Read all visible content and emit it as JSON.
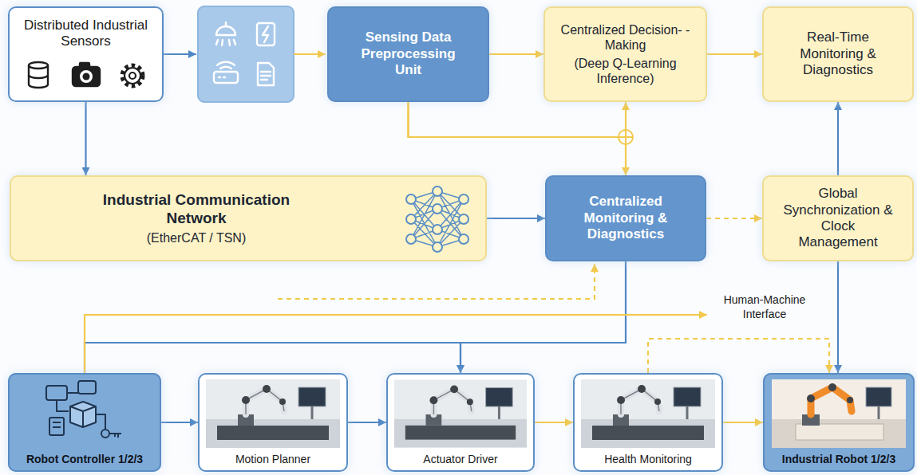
{
  "diagram": {
    "nodes": [
      {
        "text": [
          "Distributed Industrial Sensors"
        ]
      },
      {
        "text": [
          "Sensing Data Preprocessing Unit"
        ]
      },
      {
        "text": [
          "Centralized Decision- -Making",
          "(Deep Q-Learning Inference)"
        ]
      },
      {
        "text": [
          "Real-Time Monitoring & Diagnostics"
        ]
      },
      {
        "text": [
          "Industrial Communication Network",
          "(EtherCAT / TSN)"
        ]
      },
      {
        "text": [
          "Centralized Monitoring & Diagnostics"
        ]
      },
      {
        "text": [
          "Global Synchronization & Clock Management"
        ]
      },
      {
        "text": [
          "Robot Controller 1/2/3"
        ]
      },
      {
        "text": [
          "Motion Planner"
        ]
      },
      {
        "text": [
          "Actuator Driver"
        ]
      },
      {
        "text": [
          "Health Monitoring"
        ]
      },
      {
        "text": [
          "Industrial Robot 1/2/3"
        ]
      }
    ],
    "edges": [
      {
        "from": 1,
        "to": 2,
        "arrow": "to"
      },
      {
        "from": 2,
        "to": 3,
        "arrow": "to"
      },
      {
        "from": 0,
        "to": 4,
        "arrow": "to"
      },
      {
        "from": 4,
        "to": 5,
        "arrow": "to"
      },
      {
        "from": 1,
        "to": 2,
        "arrow": "to"
      },
      {
        "from": 1,
        "to": 5,
        "arrow": "to"
      },
      {
        "from": 5,
        "to": 6,
        "arrow": "to"
      },
      {
        "from": 6,
        "to": 3,
        "arrow": "to"
      },
      {
        "from": 6,
        "to": 11,
        "arrow": "to"
      },
      {
        "from": 10,
        "to": 11,
        "arrow": "to"
      },
      {
        "from": 7,
        "to": 8,
        "arrow": "to"
      },
      {
        "from": 8,
        "to": 9,
        "arrow": "to"
      },
      {
        "from": 9,
        "to": 10,
        "arrow": "to"
      },
      {
        "from": 10,
        "to": 11,
        "arrow": "to"
      },
      {
        "from": 7,
        "to": 9,
        "arrow": "to"
      },
      {
        "from": 5,
        "to": 9,
        "arrow": "to"
      }
    ],
    "labels": [
      "Human-Machine Interface"
    ]
  }
}
